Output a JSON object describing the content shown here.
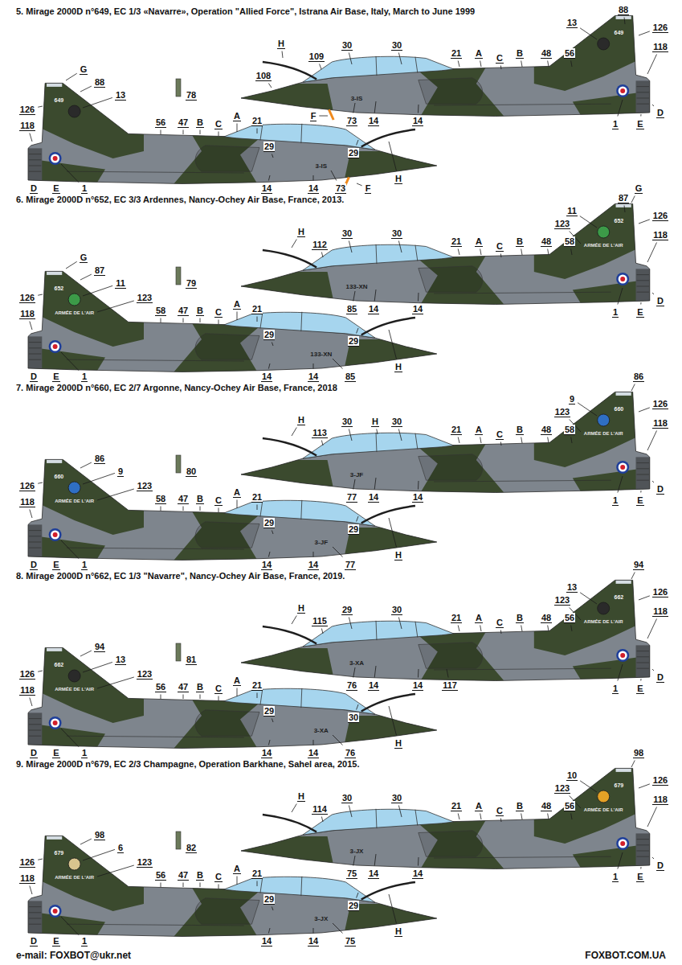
{
  "diagram": {
    "labels": [
      "5. Mirage 2000D n°649, EC 1/3 «Navarre», Operation \"Allied Force\", Istrana Air Base, Italy, March to June 1999",
      "88",
      "13",
      "126",
      "118",
      "108",
      "H",
      "109",
      "30",
      "30",
      "21",
      "A",
      "C",
      "B",
      "48",
      "56",
      "F",
      "73",
      "14",
      "14",
      "1",
      "E",
      "D",
      "G",
      "88",
      "13",
      "126",
      "118",
      "56",
      "47",
      "B",
      "C",
      "A",
      "21",
      "29",
      "29",
      "H",
      "D",
      "E",
      "1",
      "14",
      "14",
      "73",
      "F",
      "78",
      "649",
      "3-IS",
      "649",
      "3-IS",
      "6. Mirage 2000D n°652, EC 3/3 Ardennes, Nancy-Ochey Air Base, France, 2013.",
      "G",
      "87",
      "11",
      "123",
      "126",
      "118",
      "H",
      "112",
      "30",
      "30",
      "21",
      "A",
      "C",
      "B",
      "48",
      "58",
      "85",
      "14",
      "14",
      "1",
      "E",
      "D",
      "G",
      "87",
      "11",
      "123",
      "126",
      "118",
      "58",
      "47",
      "B",
      "C",
      "A",
      "21",
      "29",
      "29",
      "H",
      "D",
      "E",
      "1",
      "14",
      "14",
      "85",
      "79",
      "652",
      "ARMÉE DE L'AIR",
      "133-XN",
      "652",
      "ARMÉE DE L'AIR",
      "133-XN",
      "7. Mirage 2000D n°660, EC 2/7 Argonne, Nancy-Ochey Air Base, France, 2018",
      "86",
      "9",
      "123",
      "126",
      "118",
      "H",
      "113",
      "30",
      "H",
      "30",
      "21",
      "A",
      "C",
      "B",
      "48",
      "58",
      "77",
      "14",
      "14",
      "1",
      "E",
      "D",
      "86",
      "9",
      "123",
      "126",
      "118",
      "58",
      "47",
      "B",
      "C",
      "A",
      "21",
      "29",
      "29",
      "H",
      "D",
      "E",
      "1",
      "14",
      "14",
      "77",
      "80",
      "660",
      "ARMÉE DE L'AIR",
      "3-JF",
      "660",
      "ARMÉE DE L'AIR",
      "3-JF",
      "8. Mirage 2000D n°662, EC 1/3 \"Navarre\", Nancy-Ochey Air Base, France, 2019.",
      "94",
      "13",
      "123",
      "126",
      "118",
      "H",
      "115",
      "29",
      "30",
      "21",
      "A",
      "C",
      "B",
      "48",
      "56",
      "76",
      "14",
      "14",
      "117",
      "1",
      "E",
      "D",
      "94",
      "13",
      "123",
      "126",
      "118",
      "56",
      "47",
      "B",
      "C",
      "A",
      "21",
      "29",
      "30",
      "H",
      "D",
      "E",
      "1",
      "14",
      "14",
      "76",
      "81",
      "662",
      "ARMÉE DE L'AIR",
      "3-XA",
      "662",
      "ARMÉE DE L'AIR",
      "3-XA",
      "9. Mirage 2000D n°679, EC 2/3 Champagne, Operation Barkhane, Sahel area, 2015.",
      "98",
      "10",
      "123",
      "126",
      "118",
      "H",
      "114",
      "30",
      "30",
      "21",
      "A",
      "C",
      "B",
      "48",
      "56",
      "75",
      "14",
      "14",
      "1",
      "E",
      "D",
      "98",
      "6",
      "123",
      "126",
      "118",
      "56",
      "47",
      "B",
      "C",
      "A",
      "21",
      "29",
      "29",
      "H",
      "D",
      "E",
      "1",
      "14",
      "14",
      "75",
      "82",
      "679",
      "ARMÉE DE L'AIR",
      "3-JX",
      "679",
      "ARMÉE DE L'AIR",
      "3-JX",
      "e-mail: FOXBOT@ukr.net",
      "FOXBOT.COM.UA"
    ]
  }
}
